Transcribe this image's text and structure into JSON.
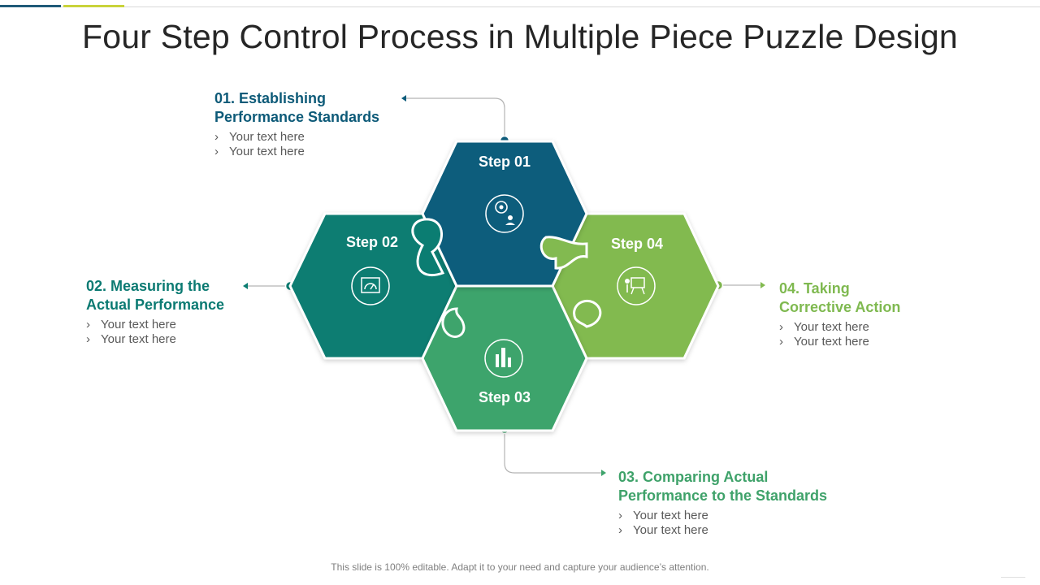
{
  "title": "Four Step Control Process in Multiple Piece Puzzle  Design",
  "colors": {
    "step1": "#0e5d7c",
    "step2": "#0b7d72",
    "step3": "#3ea46c",
    "step4": "#82ba50",
    "connector": "#b3b3b3"
  },
  "steps": [
    {
      "label": "Step 01",
      "icon": "person-target-icon",
      "heading_line1": "01. Establishing",
      "heading_line2": "Performance Standards",
      "bullets": [
        "Your text here",
        "Your text here"
      ]
    },
    {
      "label": "Step 02",
      "icon": "gauge-meter-icon",
      "heading_line1": "02. Measuring the",
      "heading_line2": "Actual Performance",
      "bullets": [
        "Your text here",
        "Your text here"
      ]
    },
    {
      "label": "Step 03",
      "icon": "bar-chart-icon",
      "heading_line1": "03. Comparing Actual",
      "heading_line2": "Performance to the Standards",
      "bullets": [
        "Your text here",
        "Your text here"
      ]
    },
    {
      "label": "Step 04",
      "icon": "presentation-board-icon",
      "heading_line1": "04. Taking",
      "heading_line2": "Corrective Action",
      "bullets": [
        "Your text here",
        "Your text here"
      ]
    }
  ],
  "bullet_marker": "›",
  "footer": "This slide is 100% editable. Adapt it to your need and capture your audience’s attention."
}
